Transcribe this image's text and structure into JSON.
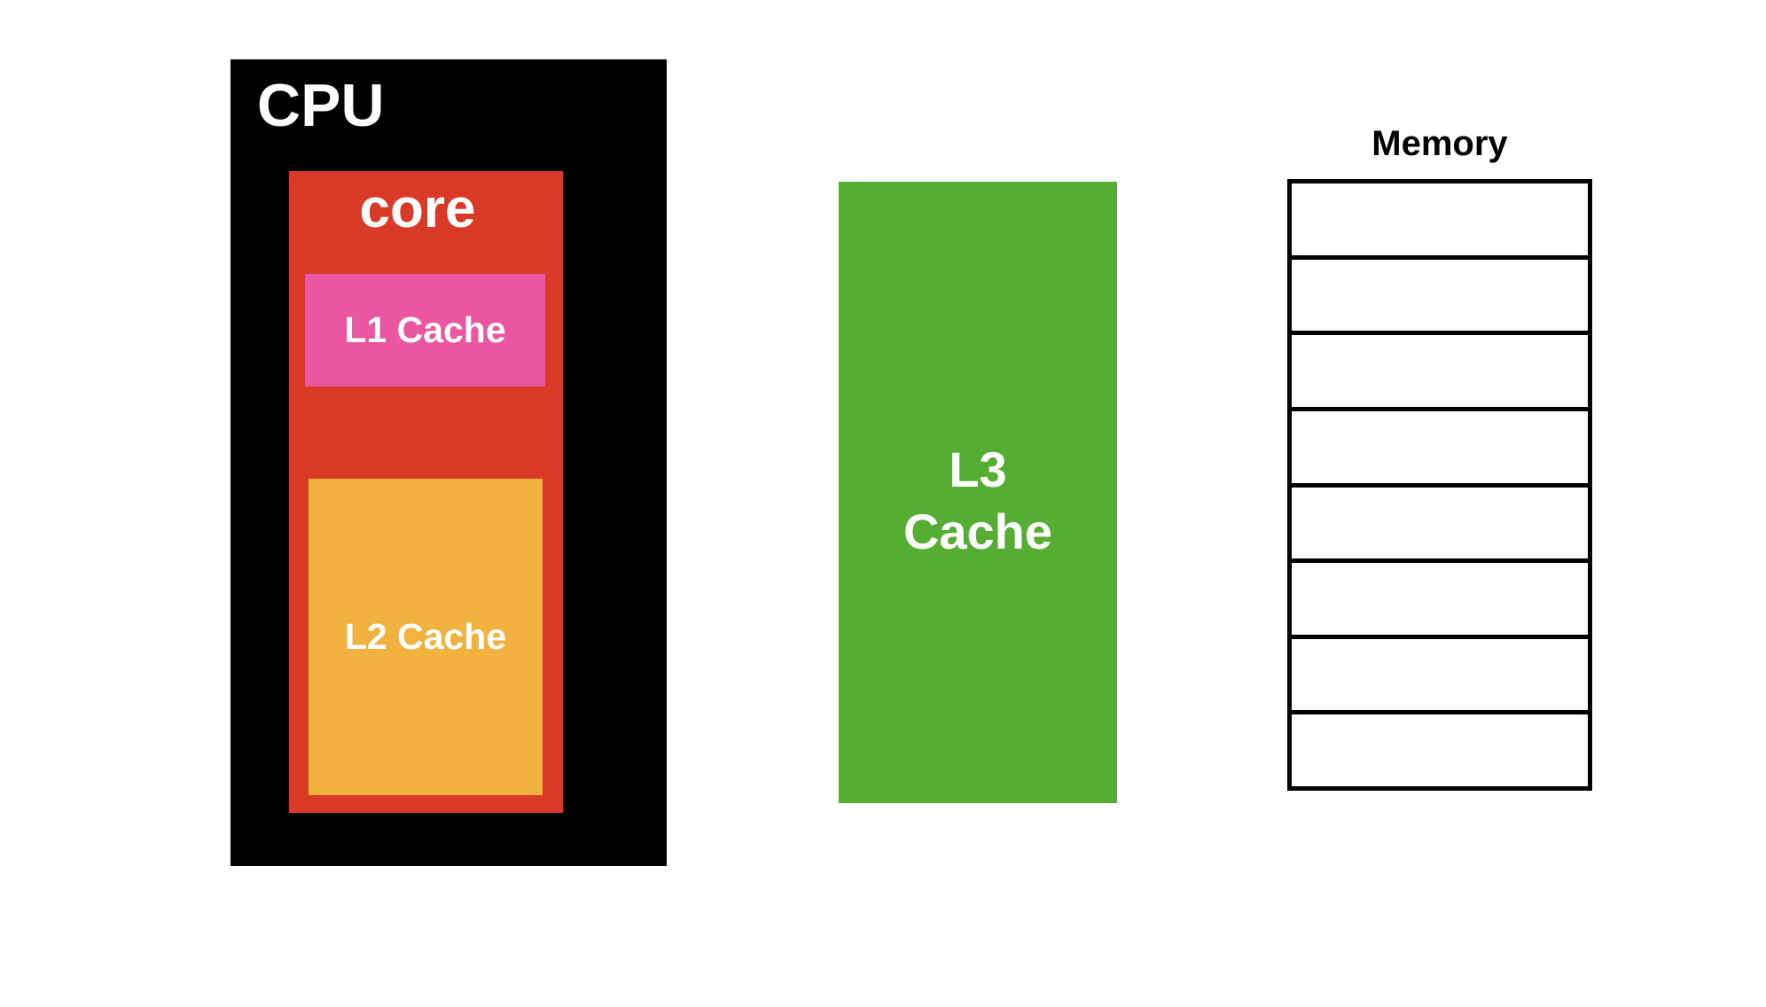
{
  "cpu": {
    "label": "CPU",
    "color": "#000000",
    "core": {
      "label": "core",
      "color": "#d93a27",
      "l1": {
        "label": "L1 Cache",
        "color": "#ea56a0"
      },
      "l2": {
        "label": "L2 Cache",
        "color": "#f1b23f"
      }
    }
  },
  "l3": {
    "line1": "L3",
    "line2": "Cache",
    "color": "#55ae33"
  },
  "memory": {
    "label": "Memory",
    "cell_count": 8
  }
}
